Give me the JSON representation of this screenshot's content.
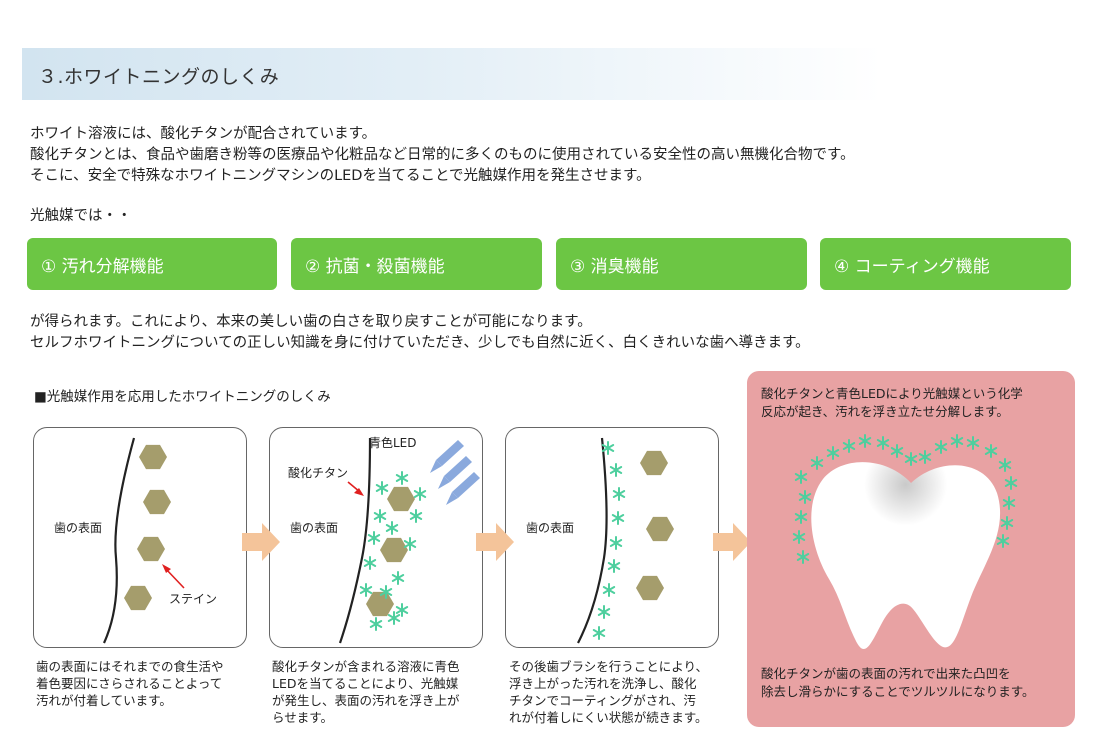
{
  "header": {
    "title": "３.ホワイトニングのしくみ"
  },
  "intro": [
    "ホワイト溶液には、酸化チタンが配合されています。",
    "酸化チタンとは、食品や歯磨き粉等の医療品や化粧品など日常的に多くのものに使用されている安全性の高い無機化合物です。",
    "そこに、安全で特殊なホワイトニングマシンのLEDを当てることで光触媒作用を発生させます。"
  ],
  "lead": "光触媒では・・",
  "features": [
    "① 汚れ分解機能",
    "② 抗菌・殺菌機能",
    "③ 消臭機能",
    "④ コーティング機能"
  ],
  "result": [
    "が得られます。これにより、本来の美しい歯の白さを取り戻すことが可能になります。",
    "セルフホワイトニングについての正しい知識を身に付けていただき、少しでも自然に近く、白くきれいな歯へ導きます。"
  ],
  "section_label": "■光触媒作用を応用したホワイトニングのしくみ",
  "panels": [
    {
      "labels": {
        "surface": "歯の表面",
        "stain": "ステイン"
      },
      "caption": [
        "歯の表面にはそれまでの食生活や",
        "着色要因にさらされることよって",
        "汚れが付着しています。"
      ]
    },
    {
      "labels": {
        "surface": "歯の表面",
        "titanium": "酸化チタン",
        "led": "青色LED"
      },
      "caption": [
        "酸化チタンが含まれる溶液に青色",
        "LEDを当てることにより、光触媒",
        "が発生し、表面の汚れを浮き上が",
        "らせます。"
      ]
    },
    {
      "labels": {
        "surface": "歯の表面"
      },
      "caption": [
        "その後歯ブラシを行うことにより、",
        "浮き上がった汚れを洗浄し、酸化",
        "チタンでコーティングがされ、汚",
        "れが付着しにくい状態が続きます。"
      ]
    }
  ],
  "final_panel": {
    "top_text": [
      "酸化チタンと青色LEDにより光触媒という化学",
      "反応が起き、汚れを浮き立たせ分解します。"
    ],
    "bottom_text": [
      "酸化チタンが歯の表面の汚れで出来た凸凹を",
      "除去し滑らかにすることでツルツルになります。"
    ]
  },
  "colors": {
    "feature_green": "#6cc644",
    "stain": "#a59d6c",
    "sparkle": "#4ecf9e",
    "led_arrow": "#8aa9dd",
    "flow_arrow": "#f4c49a",
    "final_bg": "#e8a2a3",
    "pointer_red": "#e02020"
  }
}
